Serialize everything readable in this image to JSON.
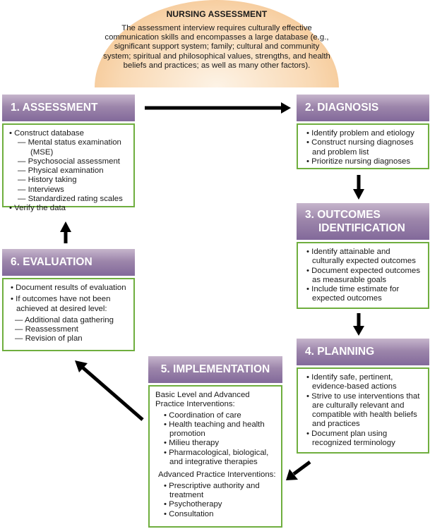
{
  "nursing_assessment": {
    "title": "NURSING ASSESSMENT",
    "text": "The assessment interview requires culturally effective communication skills and encompasses a large database (e.g., significant support system; family; cultural and community system; spiritual and philosophical values, strengths, and health beliefs and practices; as well as many other factors).",
    "color": "#f2b97a"
  },
  "colors": {
    "header": "#8f77a3",
    "border": "#6fae3e",
    "arrow": "#000000"
  },
  "steps": {
    "assessment": {
      "title": "1. ASSESSMENT",
      "items": [
        {
          "type": "bullet",
          "text": "Construct database"
        },
        {
          "type": "dash",
          "text": "Mental status examination (MSE)"
        },
        {
          "type": "dash",
          "text": "Psychosocial assessment"
        },
        {
          "type": "dash",
          "text": "Physical examination"
        },
        {
          "type": "dash",
          "text": "History taking"
        },
        {
          "type": "dash",
          "text": "Interviews"
        },
        {
          "type": "dash",
          "text": "Standardized rating scales"
        },
        {
          "type": "bullet",
          "text": "Verify the data"
        }
      ]
    },
    "diagnosis": {
      "title": "2. DIAGNOSIS",
      "items": [
        "Identify problem and etiology",
        "Construct nursing diagnoses and problem list",
        "Prioritize nursing diagnoses"
      ]
    },
    "outcomes": {
      "title_line1": "3. OUTCOMES",
      "title_line2": "IDENTIFICATION",
      "items": [
        "Identify attainable and culturally expected outcomes",
        "Document expected outcomes as measurable goals",
        "Include time estimate for expected outcomes"
      ]
    },
    "planning": {
      "title": "4. PLANNING",
      "items": [
        "Identify safe, pertinent, evidence-based actions",
        "Strive to use interventions that are culturally relevant and compatible with health beliefs and practices",
        "Document plan using recognized terminology"
      ]
    },
    "implementation": {
      "title": "5. IMPLEMENTATION",
      "basic_label": "Basic Level and Advanced Practice Interventions:",
      "basic_items": [
        "Coordination of care",
        "Health teaching and health promotion",
        "Milieu therapy",
        "Pharmacological, biological, and integrative therapies"
      ],
      "advanced_label": "Advanced Practice Interventions:",
      "advanced_items": [
        "Prescriptive authority and treatment",
        "Psychotherapy",
        "Consultation"
      ]
    },
    "evaluation": {
      "title": "6. EVALUATION",
      "bullets": [
        "Document results of evaluation",
        "If outcomes have not been achieved at desired level:"
      ],
      "dashes": [
        "Additional data gathering",
        "Reassessment",
        "Revision of plan"
      ]
    }
  }
}
